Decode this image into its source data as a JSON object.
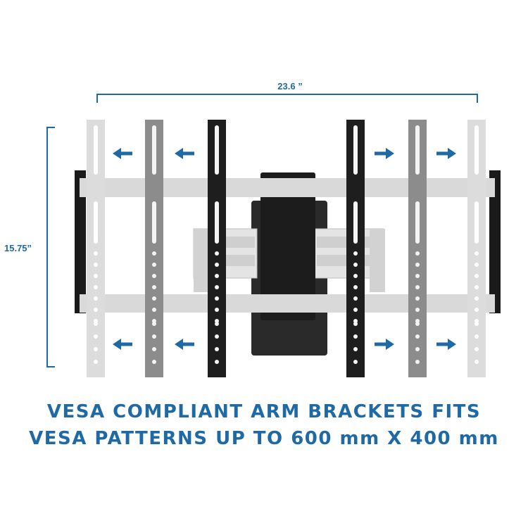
{
  "dimensions": {
    "width_label": "23.6 ”",
    "height_label": "15.75”"
  },
  "caption": {
    "line1": "VESA COMPLIANT ARM BRACKETS FITS",
    "line2": "VESA PATTERNS UP TO 600 mm X 400 mm"
  },
  "colors": {
    "accent": "#1f6aa5",
    "bracket_light": "#dcdcdc",
    "bracket_mid": "#8c8c8c",
    "bracket_dark": "#1e1e1e",
    "rail": "#d7d7d7"
  },
  "arrows": {
    "left_icon": "arrow-left-icon",
    "right_icon": "arrow-right-icon"
  }
}
